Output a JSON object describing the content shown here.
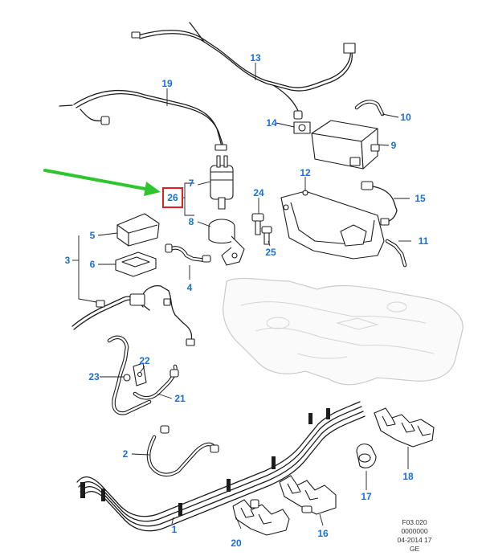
{
  "diagram": {
    "callouts": {
      "c1": "1",
      "c2": "2",
      "c3": "3",
      "c4": "4",
      "c5": "5",
      "c6": "6",
      "c7": "7",
      "c8": "8",
      "c9": "9",
      "c10": "10",
      "c11": "11",
      "c12": "12",
      "c13": "13",
      "c14": "14",
      "c15": "15",
      "c16": "16",
      "c17": "17",
      "c18": "18",
      "c19": "19",
      "c20": "20",
      "c21": "21",
      "c22": "22",
      "c23": "23",
      "c24": "24",
      "c25": "25",
      "c26": "26"
    },
    "highlight_callout": "26",
    "colors": {
      "callout_text": "#1a6fd6",
      "highlight_box": "#e02020",
      "pointer_arrow": "#2ec52e",
      "line_art": "#1c1c1c",
      "tank_outline": "#c6c6c6"
    },
    "reference": {
      "code": "F03.020",
      "number": "0000000",
      "date": "04-2014 17",
      "region": "GE"
    }
  }
}
